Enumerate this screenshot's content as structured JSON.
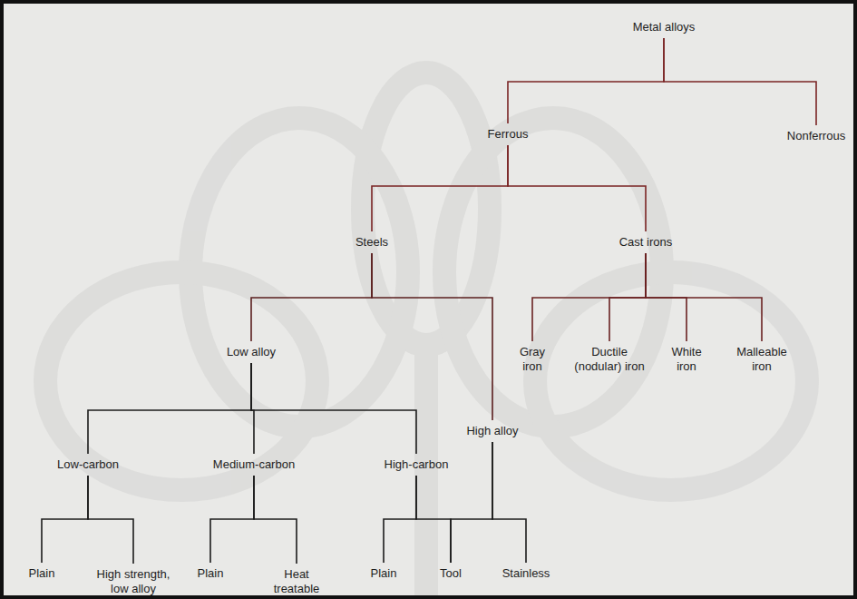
{
  "diagram": {
    "nodes": [
      {
        "text": [
          "Metal alloys"
        ]
      },
      {
        "text": [
          "Ferrous"
        ]
      },
      {
        "text": [
          "Nonferrous"
        ]
      },
      {
        "text": [
          "Steels"
        ]
      },
      {
        "text": [
          "Cast irons"
        ]
      },
      {
        "text": [
          "Low alloy"
        ]
      },
      {
        "text": [
          "Gray iron"
        ]
      },
      {
        "text": [
          "Ductile (nodular) iron"
        ]
      },
      {
        "text": [
          "White iron"
        ]
      },
      {
        "text": [
          "Malleable iron"
        ]
      },
      {
        "text": [
          "High alloy"
        ]
      },
      {
        "text": [
          "Low-carbon"
        ]
      },
      {
        "text": [
          "Medium-carbon"
        ]
      },
      {
        "text": [
          "High-carbon"
        ]
      },
      {
        "text": [
          "Plain"
        ]
      },
      {
        "text": [
          "High strength, low alloy"
        ]
      },
      {
        "text": [
          "Plain"
        ]
      },
      {
        "text": [
          "Heat treatable"
        ]
      },
      {
        "text": [
          "Plain"
        ]
      },
      {
        "text": [
          "Tool"
        ]
      },
      {
        "text": [
          "Stainless"
        ]
      }
    ],
    "edges": [
      {
        "from": 0,
        "to": 1,
        "arrow": "none"
      },
      {
        "from": 0,
        "to": 2,
        "arrow": "none"
      },
      {
        "from": 1,
        "to": 3,
        "arrow": "none"
      },
      {
        "from": 1,
        "to": 4,
        "arrow": "none"
      },
      {
        "from": 3,
        "to": 5,
        "arrow": "none"
      },
      {
        "from": 3,
        "to": 10,
        "arrow": "none"
      },
      {
        "from": 4,
        "to": 6,
        "arrow": "none"
      },
      {
        "from": 4,
        "to": 7,
        "arrow": "none"
      },
      {
        "from": 4,
        "to": 8,
        "arrow": "none"
      },
      {
        "from": 4,
        "to": 9,
        "arrow": "none"
      },
      {
        "from": 5,
        "to": 11,
        "arrow": "none"
      },
      {
        "from": 5,
        "to": 12,
        "arrow": "none"
      },
      {
        "from": 5,
        "to": 13,
        "arrow": "none"
      },
      {
        "from": 10,
        "to": 19,
        "arrow": "none"
      },
      {
        "from": 10,
        "to": 20,
        "arrow": "none"
      },
      {
        "from": 11,
        "to": 14,
        "arrow": "none"
      },
      {
        "from": 11,
        "to": 15,
        "arrow": "none"
      },
      {
        "from": 12,
        "to": 16,
        "arrow": "none"
      },
      {
        "from": 12,
        "to": 17,
        "arrow": "none"
      },
      {
        "from": 13,
        "to": 18,
        "arrow": "none"
      },
      {
        "from": 13,
        "to": 19,
        "arrow": "none"
      }
    ]
  }
}
